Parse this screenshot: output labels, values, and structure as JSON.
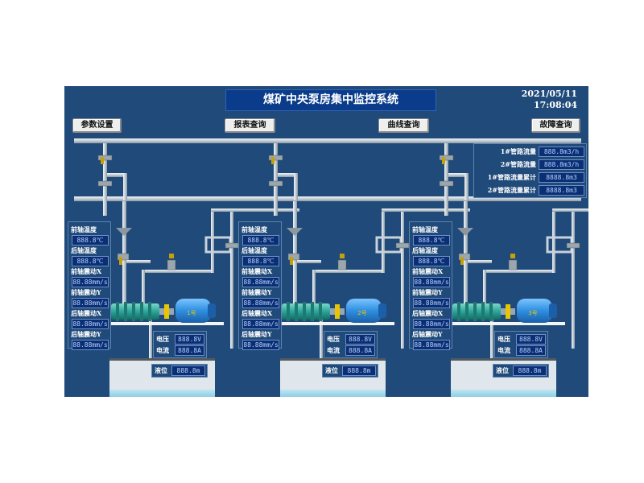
{
  "header": {
    "title": "煤矿中央泵房集中监控系统",
    "date": "2021/05/11",
    "time": "17:08:04"
  },
  "nav": {
    "params": "参数设置",
    "report": "报表查询",
    "curve": "曲线查询",
    "fault": "故障查询"
  },
  "flow": {
    "rows": [
      {
        "label": "1#管路流量",
        "value": "888.8m3/h"
      },
      {
        "label": "2#管路流量",
        "value": "888.8m3/h"
      },
      {
        "label": "1#管路流量累计",
        "value": "8888.8m3"
      },
      {
        "label": "2#管路流量累计",
        "value": "8888.8m3"
      }
    ]
  },
  "stations": [
    {
      "sensors": [
        {
          "label": "前轴温度",
          "value": "888.8℃"
        },
        {
          "label": "后轴温度",
          "value": "888.8℃"
        },
        {
          "label": "前轴震动X",
          "value": "88.88mm/s"
        },
        {
          "label": "前轴震动Y",
          "value": "88.88mm/s"
        },
        {
          "label": "后轴震动X",
          "value": "88.88mm/s"
        },
        {
          "label": "后轴震动Y",
          "value": "88.88mm/s"
        }
      ],
      "voltage_label": "电压",
      "voltage": "888.8V",
      "current_label": "电流",
      "current": "888.8A",
      "level_label": "液位",
      "level": "888.8m",
      "motor_text": "1号"
    },
    {
      "sensors": [
        {
          "label": "前轴温度",
          "value": "888.8℃"
        },
        {
          "label": "后轴温度",
          "value": "888.8℃"
        },
        {
          "label": "前轴震动X",
          "value": "88.88mm/s"
        },
        {
          "label": "前轴震动Y",
          "value": "88.88mm/s"
        },
        {
          "label": "后轴震动X",
          "value": "88.88mm/s"
        },
        {
          "label": "后轴震动Y",
          "value": "88.88mm/s"
        }
      ],
      "voltage_label": "电压",
      "voltage": "888.8V",
      "current_label": "电流",
      "current": "888.8A",
      "level_label": "液位",
      "level": "888.8m",
      "motor_text": "2号"
    },
    {
      "sensors": [
        {
          "label": "前轴温度",
          "value": "888.8℃"
        },
        {
          "label": "后轴温度",
          "value": "888.8℃"
        },
        {
          "label": "前轴震动X",
          "value": "88.88mm/s"
        },
        {
          "label": "前轴震动Y",
          "value": "88.88mm/s"
        },
        {
          "label": "后轴震动X",
          "value": "88.88mm/s"
        },
        {
          "label": "后轴震动Y",
          "value": "88.88mm/s"
        }
      ],
      "voltage_label": "电压",
      "voltage": "888.8V",
      "current_label": "电流",
      "current": "888.8A",
      "level_label": "液位",
      "level": "888.8m",
      "motor_text": "3号"
    }
  ],
  "colors": {
    "panel": "#1f4a79",
    "value_box": "#0a2f74",
    "pipe": "#c8d2da",
    "motor": "#2f8fe0",
    "pump": "#2aa59a",
    "water": "#9fd6ea"
  }
}
